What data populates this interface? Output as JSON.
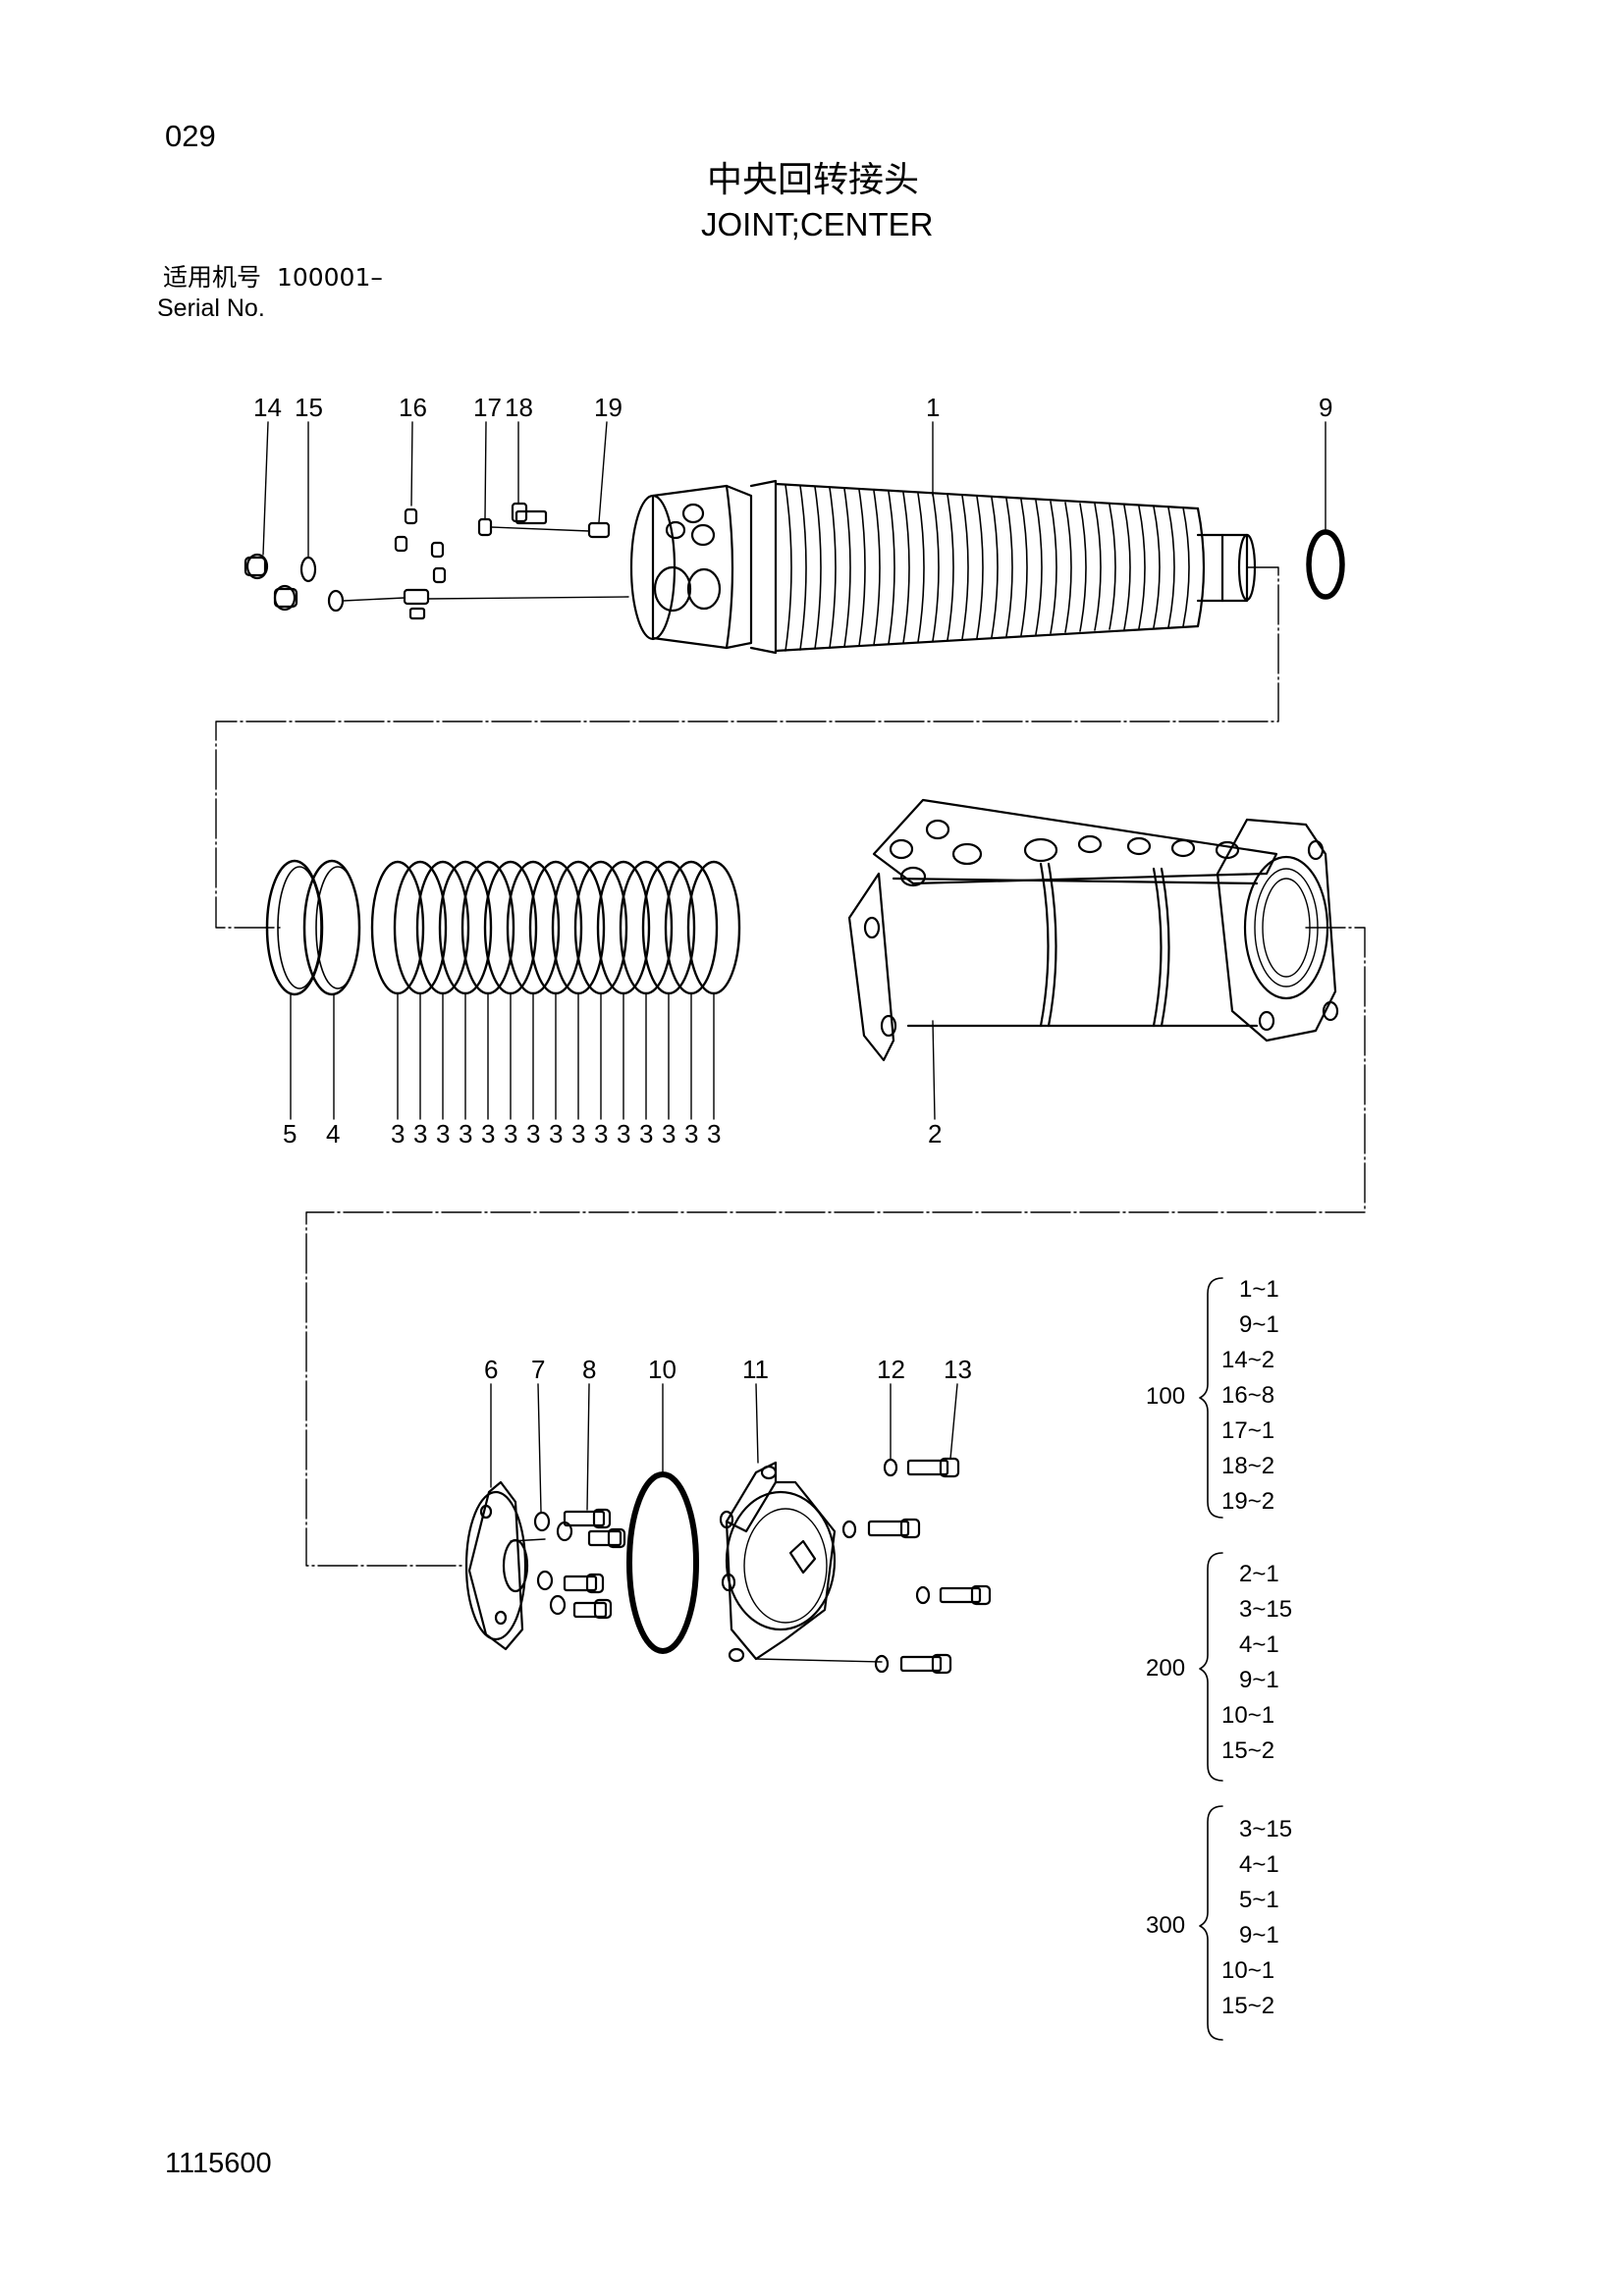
{
  "page_number": "029",
  "title_cn": "中央回转接头",
  "title_en": "JOINT;CENTER",
  "serial_label_cn": "适用机号",
  "serial_value": "100001–",
  "serial_label_en": "Serial No.",
  "catalog_number": "1115600",
  "callouts": {
    "c14": "14",
    "c15": "15",
    "c16": "16",
    "c17": "17",
    "c18": "18",
    "c19": "19",
    "c1": "1",
    "c9": "9",
    "c5": "5",
    "c4": "4",
    "c3": "3",
    "c2": "2",
    "c6": "6",
    "c7": "7",
    "c8": "8",
    "c10": "10",
    "c11": "11",
    "c12": "12",
    "c13": "13"
  },
  "kits": [
    {
      "id": "100",
      "items": [
        "1~1",
        "9~1",
        "14~2",
        "16~8",
        "17~1",
        "18~2",
        "19~2"
      ]
    },
    {
      "id": "200",
      "items": [
        "2~1",
        "3~15",
        "4~1",
        "9~1",
        "10~1",
        "15~2"
      ]
    },
    {
      "id": "300",
      "items": [
        "3~15",
        "4~1",
        "5~1",
        "9~1",
        "10~1",
        "15~2"
      ]
    }
  ]
}
